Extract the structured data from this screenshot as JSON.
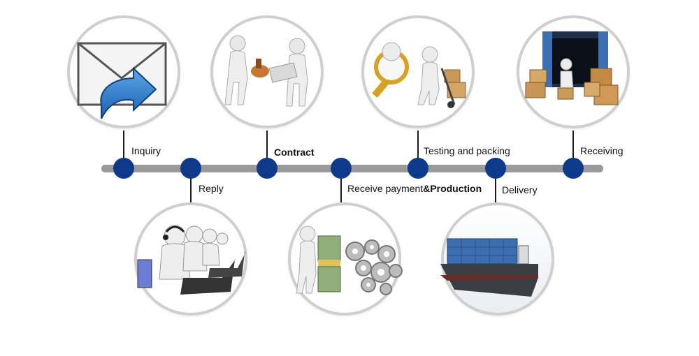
{
  "process": {
    "steps": [
      {
        "label": "Inquiry",
        "icon": "envelope-reply-icon"
      },
      {
        "label": "Reply",
        "icon": "call-center-agents-icon"
      },
      {
        "label": "Contract",
        "icon": "contract-handshake-icon"
      },
      {
        "label": "Receive payment",
        "label_suffix": "&Production",
        "icon": "money-gears-icon"
      },
      {
        "label": "Testing and packing",
        "icon": "magnifier-inspection-icon"
      },
      {
        "label": "Delivery",
        "icon": "container-ship-icon"
      },
      {
        "label": "Receiving",
        "icon": "container-boxes-icon"
      }
    ]
  },
  "colors": {
    "timeline": "#9a9a9a",
    "node": "#0e3a8c",
    "circle_border": "#d4d4d4"
  }
}
